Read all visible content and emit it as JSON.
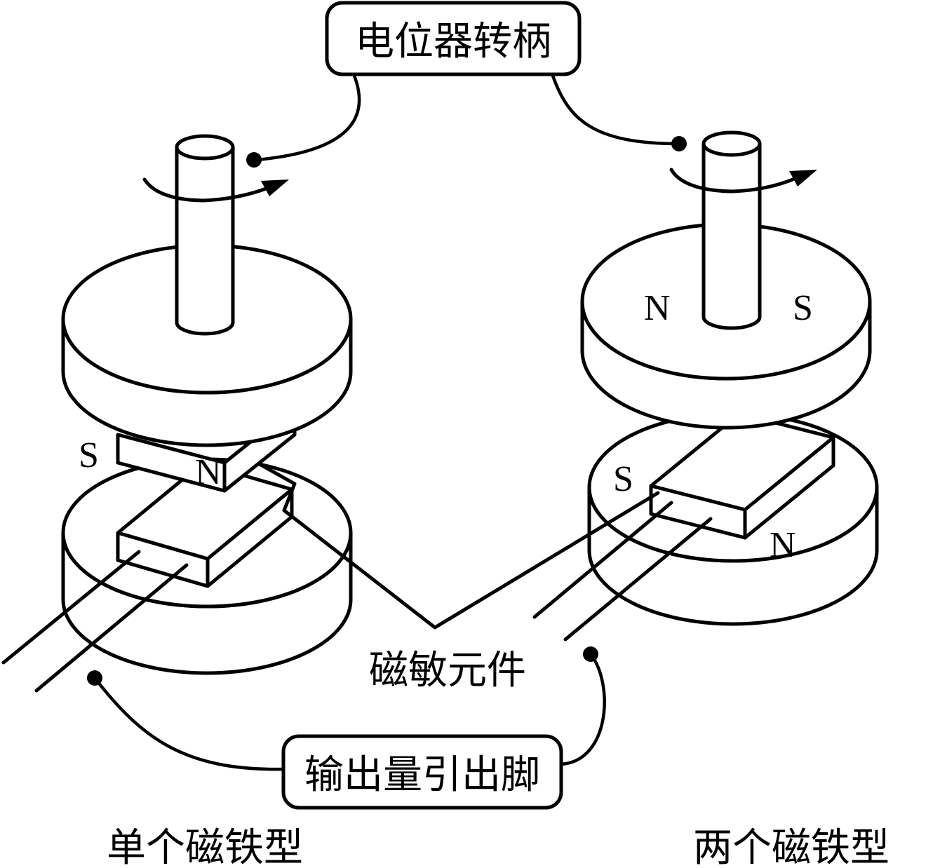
{
  "labels": {
    "potentiometer_handle": "电位器转柄",
    "magnetic_sensor": "磁敏元件",
    "output_pins": "输出量引出脚",
    "single_magnet_type": "单个磁铁型",
    "double_magnet_type": "两个磁铁型"
  },
  "poles": {
    "left_s": "S",
    "left_n": "N",
    "right_top_n": "N",
    "right_top_s": "S",
    "right_s": "S",
    "right_n": "N"
  }
}
